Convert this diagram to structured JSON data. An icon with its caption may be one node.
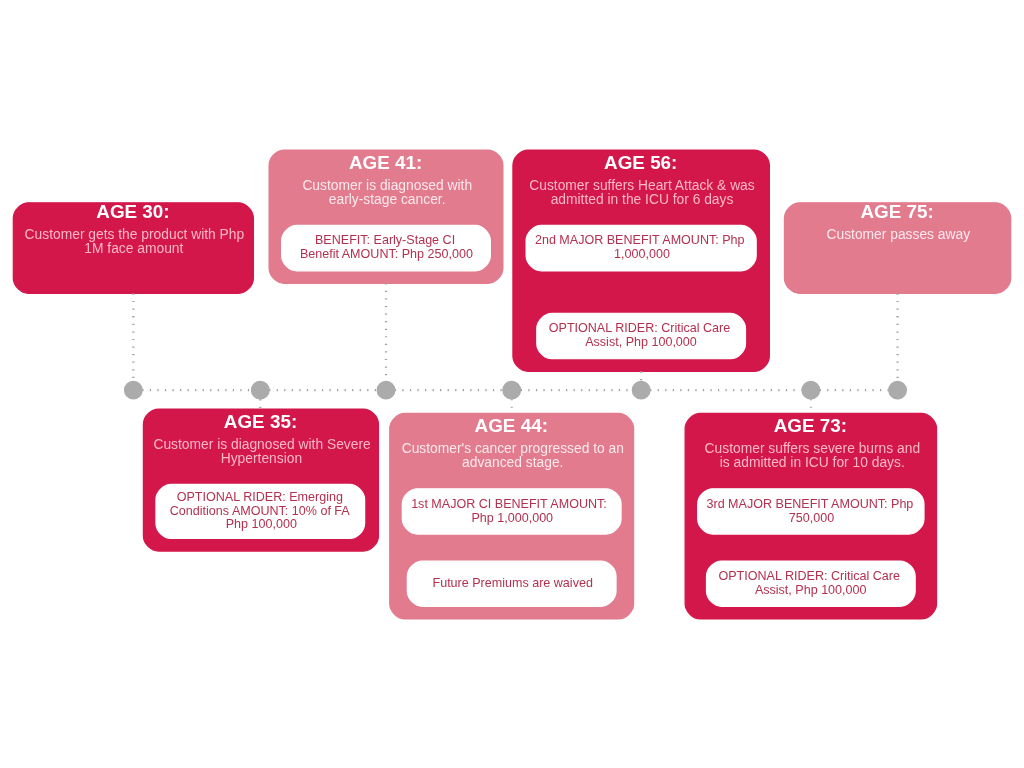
{
  "diagram": {
    "nodes": [
      {
        "text": [
          "AGE 30:",
          "Customer gets the product with Php 1M face amount"
        ]
      },
      {
        "text": [
          "AGE 41:",
          "Customer is diagnosed with early-stage cancer."
        ]
      },
      {
        "text": [
          "BENEFIT: Early-Stage CI Benefit AMOUNT: Php 250,000"
        ],
        "in": 1
      },
      {
        "text": [
          "AGE 56:",
          "Customer suffers Heart Attack & was admitted in the ICU for 6 days"
        ]
      },
      {
        "text": [
          "2nd MAJOR BENEFIT AMOUNT: Php 1,000,000"
        ],
        "in": 3
      },
      {
        "text": [
          "OPTIONAL RIDER: Critical Care Assist, Php 100,000"
        ],
        "in": 3
      },
      {
        "text": [
          "AGE 75:",
          "Customer passes away"
        ]
      },
      {
        "text": [],
        "shape": "circle"
      },
      {
        "text": [],
        "shape": "circle"
      },
      {
        "text": [],
        "shape": "circle"
      },
      {
        "text": [],
        "shape": "circle"
      },
      {
        "text": [],
        "shape": "circle"
      },
      {
        "text": [],
        "shape": "circle"
      },
      {
        "text": [],
        "shape": "circle"
      },
      {
        "text": [
          "AGE 35:",
          "Customer is diagnosed with Severe Hypertension"
        ]
      },
      {
        "text": [
          "OPTIONAL RIDER: Emerging Conditions AMOUNT: 10% of FA Php 100,000"
        ],
        "in": 14
      },
      {
        "text": [
          "AGE 44:",
          "Customer's cancer progressed to an advanced stage."
        ]
      },
      {
        "text": [
          "1st MAJOR CI BENEFIT AMOUNT: Php 1,000,000"
        ],
        "in": 16
      },
      {
        "text": [
          "Future Premiums are waived"
        ],
        "in": 16
      },
      {
        "text": [
          "AGE 73:",
          "Customer suffers severe burns and is admitted in ICU for 10 days."
        ]
      },
      {
        "text": [
          "3rd MAJOR BENEFIT AMOUNT: Php 750,000"
        ],
        "in": 19
      },
      {
        "text": [
          "OPTIONAL RIDER: Critical Care Assist, Php 100,000"
        ],
        "in": 19
      }
    ],
    "edges": [
      {
        "from": 7,
        "to": 8,
        "arrow": "none",
        "style": "dashed"
      },
      {
        "from": 8,
        "to": 9,
        "arrow": "none",
        "style": "dashed"
      },
      {
        "from": 9,
        "to": 10,
        "arrow": "none",
        "style": "dashed"
      },
      {
        "from": 10,
        "to": 11,
        "arrow": "none",
        "style": "dashed"
      },
      {
        "from": 11,
        "to": 12,
        "arrow": "none",
        "style": "dashed"
      },
      {
        "from": 12,
        "to": 13,
        "arrow": "none",
        "style": "dashed"
      },
      {
        "from": 0,
        "to": 7,
        "arrow": "none",
        "style": "dashed"
      },
      {
        "from": 1,
        "to": 9,
        "arrow": "none",
        "style": "dashed"
      },
      {
        "from": 3,
        "to": 11,
        "arrow": "none",
        "style": "dashed"
      },
      {
        "from": 6,
        "to": 13,
        "arrow": "none",
        "style": "dashed"
      },
      {
        "from": 8,
        "to": 14,
        "arrow": "none",
        "style": "dashed"
      },
      {
        "from": 10,
        "to": 16,
        "arrow": "none",
        "style": "dashed"
      },
      {
        "from": 12,
        "to": 19,
        "arrow": "none",
        "style": "dashed"
      }
    ]
  }
}
